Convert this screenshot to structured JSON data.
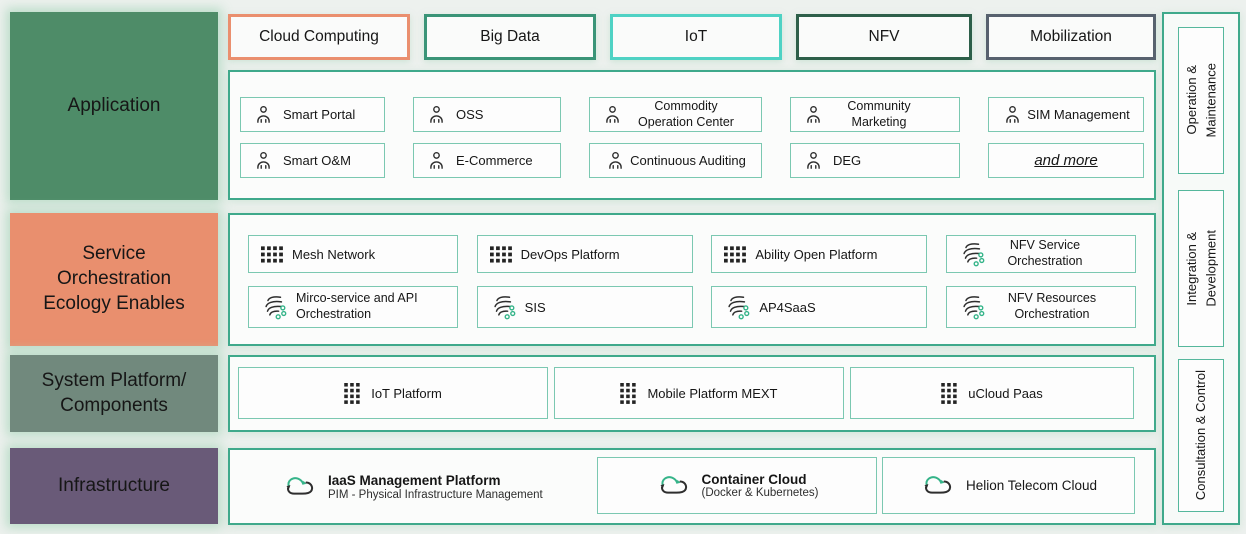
{
  "layers": [
    {
      "label": "Application",
      "color": "#4e8c68"
    },
    {
      "label": "Service\nOrchestration\nEcology Enables",
      "color": "#e98f6e"
    },
    {
      "label": "System Platform/\nComponents",
      "color": "#71897d"
    },
    {
      "label": "Infrastructure",
      "color": "#695a78"
    }
  ],
  "tabs": [
    {
      "label": "Cloud Computing",
      "border_color": "#ea8f6e"
    },
    {
      "label": "Big Data",
      "border_color": "#3a9477"
    },
    {
      "label": "IoT",
      "border_color": "#4fd2c4"
    },
    {
      "label": "NFV",
      "border_color": "#2d5f49"
    },
    {
      "label": "Mobilization",
      "border_color": "#57616e"
    }
  ],
  "application": {
    "row1": [
      "Smart Portal",
      "OSS",
      "Commodity Operation Center",
      "Community Marketing",
      "SIM Management"
    ],
    "row2": [
      "Smart O&M",
      "E-Commerce",
      "Continuous Auditing",
      "DEG"
    ],
    "more": "and more"
  },
  "service_orchestration": {
    "row1": [
      "Mesh Network",
      "DevOps Platform",
      "Ability Open Platform",
      "NFV Service Orchestration"
    ],
    "row2": [
      "Mirco-service and API Orchestration",
      "SIS",
      "AP4SaaS",
      "NFV Resources Orchestration"
    ]
  },
  "system_platform": [
    "IoT Platform",
    "Mobile Platform MEXT",
    "uCloud Paas"
  ],
  "infrastructure": {
    "iaas_title": "IaaS Management Platform",
    "iaas_subtitle": "PIM - Physical Infrastructure Management",
    "container_cloud_title": "Container Cloud",
    "container_cloud_subtitle": "(Docker & Kubernetes)",
    "helion_title": "Helion Telecom Cloud"
  },
  "right_panels": [
    "Operation &\nMaintenance",
    "Integration &\nDevelopment",
    "Consultation & Control"
  ],
  "colors": {
    "container_border": "#3fa98b",
    "item_border": "#7bc8b1",
    "icon_green": "#35b489",
    "icon_dark": "#2e2e2e",
    "background": "#edf1ee"
  }
}
